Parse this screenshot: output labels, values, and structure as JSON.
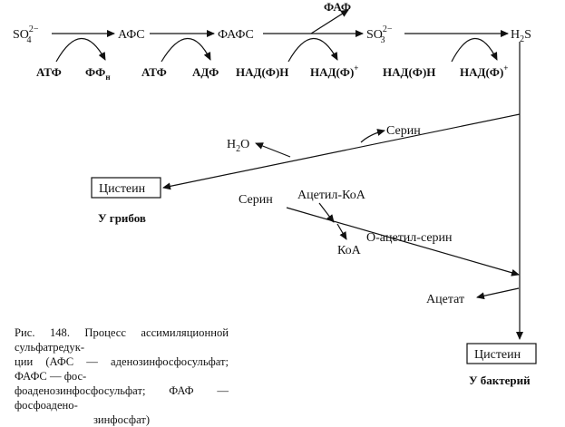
{
  "top_row": {
    "so4": "SO",
    "so4_sub": "4",
    "so4_sup": "2−",
    "aps": "АФС",
    "paps": "ФАФС",
    "so3": "SO",
    "so3_sub": "3",
    "so3_sup": "2−",
    "h2s": "H",
    "h2s_sub": "2",
    "h2s_tail": "S",
    "pap_product": "ФАФ"
  },
  "cofactor_row": {
    "atp1": "АТФ",
    "ppi": "ФФ",
    "ppi_sub": "н",
    "atp2": "АТФ",
    "adp": "АДФ",
    "nadph1": "НАД(Ф)Н",
    "nadp1": "НАД(Ф)",
    "nadp1_sup": "+",
    "nadph2": "НАД(Ф)Н",
    "nadp2": "НАД(Ф)",
    "nadp2_sup": "+"
  },
  "fungi_branch": {
    "serine": "Серин",
    "water": "H",
    "water_sub": "2",
    "water_tail": "O",
    "product": "Цистеин",
    "group_label": "У грибов"
  },
  "bacteria_branch": {
    "serine": "Серин",
    "acetyl_coa": "Ацетил-КоА",
    "coa": "КоА",
    "o_acetylserine": "О-ацетил-серин",
    "acetate": "Ацетат",
    "product": "Цистеин",
    "group_label": "У бактерий"
  },
  "caption": {
    "lines": [
      "Рис. 148. Процесс ассимиляционной сульфатредук-",
      "ции (АФС — аденозинфосфосульфат; ФАФС — фос-",
      "фоаденозинфосфосульфат; ФАФ — фосфоадено-",
      "зинфосфат)"
    ]
  }
}
